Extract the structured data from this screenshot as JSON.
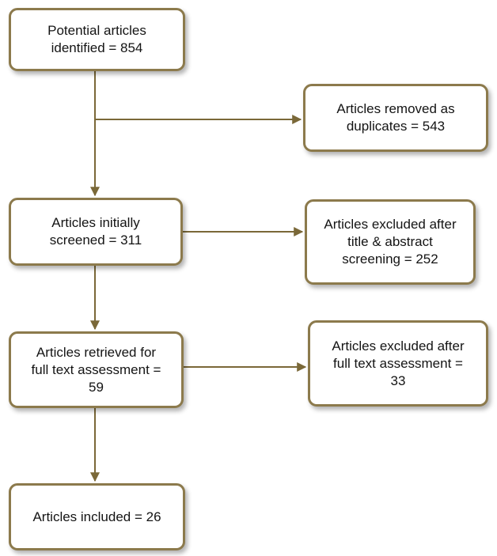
{
  "flowchart": {
    "potential_identified": "Potential articles\nidentified = 854",
    "removed_duplicates": "Articles removed as\nduplicates = 543",
    "initially_screened": "Articles initially\nscreened  = 311",
    "excluded_title_abstract": "Articles excluded after\ntitle & abstract\nscreening  = 252",
    "retrieved_full_text": "Articles retrieved for\nfull text assessment =\n59",
    "excluded_full_text": "Articles excluded after\nfull text assessment  =\n33",
    "included": "Articles included  = 26"
  },
  "colors": {
    "box_border": "#8c7a4c",
    "arrow": "#7a6838",
    "text": "#141414",
    "background": "#ffffff"
  }
}
